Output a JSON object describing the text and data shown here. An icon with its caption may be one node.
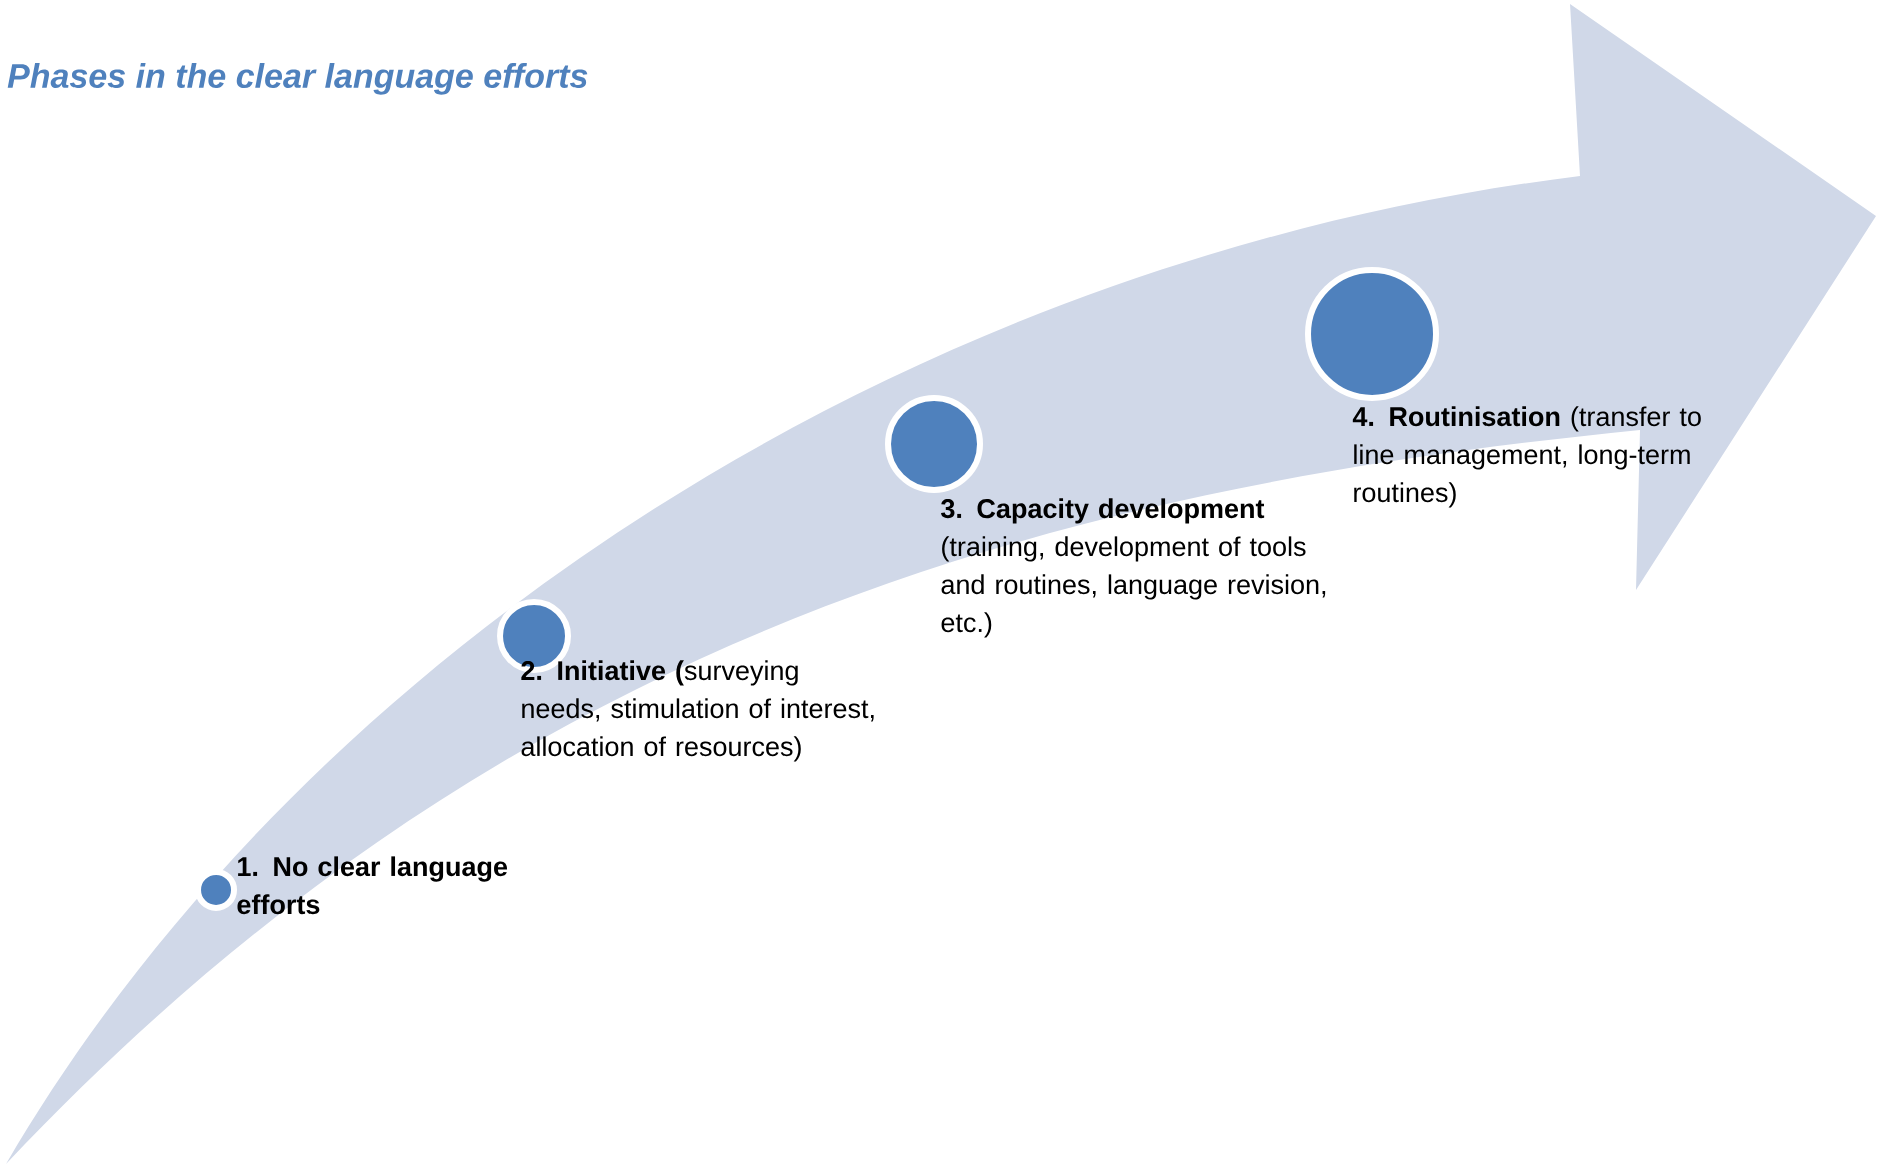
{
  "diagram": {
    "title": "Phases in the clear language efforts",
    "nodes": [
      {
        "text": [],
        "shape": "circle",
        "beside": [
          "**1. No clear language efforts**"
        ]
      },
      {
        "text": [],
        "shape": "circle",
        "beside": [
          "**2. Initiative (**surveying needs, stimulation of interest, allocation of resources)"
        ]
      },
      {
        "text": [],
        "shape": "circle",
        "beside": [
          "**3. Capacity development** (training, development of tools and routines, language revision, etc.)"
        ]
      },
      {
        "text": [],
        "shape": "circle",
        "beside": [
          "**4. Routinisation** (transfer to line management, long-term routines)"
        ]
      }
    ]
  }
}
